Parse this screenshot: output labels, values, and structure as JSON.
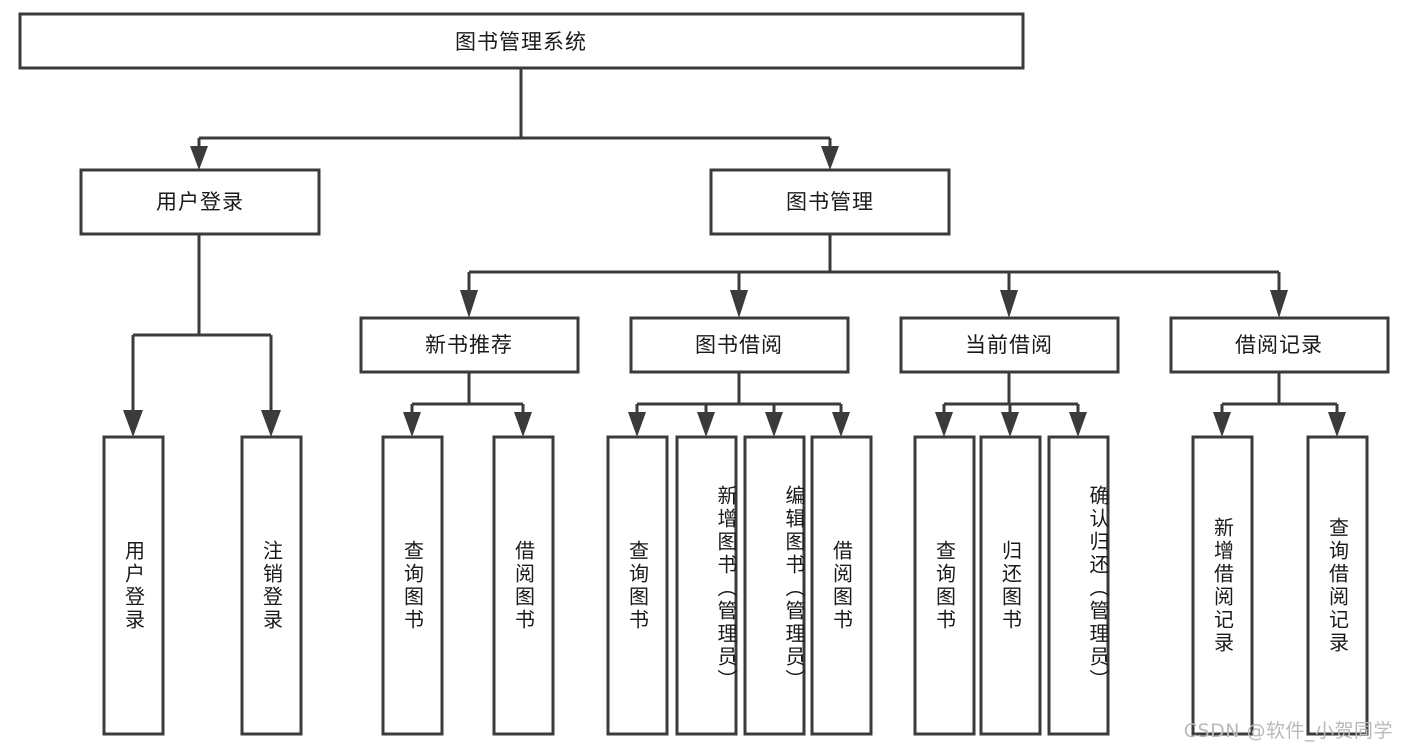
{
  "diagram": {
    "type": "tree-hierarchy",
    "title": "图书管理系统",
    "root": {
      "id": "root",
      "label": "图书管理系统",
      "orientation": "horizontal"
    },
    "level1": [
      {
        "id": "user-login",
        "label": "用户登录",
        "orientation": "horizontal"
      },
      {
        "id": "book-manage",
        "label": "图书管理",
        "orientation": "horizontal"
      }
    ],
    "level2": [
      {
        "id": "new-book-recommend",
        "label": "新书推荐",
        "orientation": "horizontal",
        "parent": "book-manage"
      },
      {
        "id": "book-borrow",
        "label": "图书借阅",
        "orientation": "horizontal",
        "parent": "book-manage"
      },
      {
        "id": "current-borrow",
        "label": "当前借阅",
        "orientation": "horizontal",
        "parent": "book-manage"
      },
      {
        "id": "borrow-record",
        "label": "借阅记录",
        "orientation": "horizontal",
        "parent": "book-manage"
      }
    ],
    "leaves": [
      {
        "id": "leaf-user-login",
        "label": "用户登录",
        "parent": "user-login",
        "orientation": "vertical"
      },
      {
        "id": "leaf-user-logout",
        "label": "注销登录",
        "parent": "user-login",
        "orientation": "vertical"
      },
      {
        "id": "leaf-query-book-1",
        "label": "查询图书",
        "parent": "new-book-recommend",
        "orientation": "vertical"
      },
      {
        "id": "leaf-borrow-book-1",
        "label": "借阅图书",
        "parent": "new-book-recommend",
        "orientation": "vertical"
      },
      {
        "id": "leaf-query-book-2",
        "label": "查询图书",
        "parent": "book-borrow",
        "orientation": "vertical"
      },
      {
        "id": "leaf-add-book",
        "label": "新增图书（管理员）",
        "parent": "book-borrow",
        "orientation": "vertical"
      },
      {
        "id": "leaf-edit-book",
        "label": "编辑图书（管理员）",
        "parent": "book-borrow",
        "orientation": "vertical"
      },
      {
        "id": "leaf-borrow-book-2",
        "label": "借阅图书",
        "parent": "book-borrow",
        "orientation": "vertical"
      },
      {
        "id": "leaf-query-book-3",
        "label": "查询图书",
        "parent": "current-borrow",
        "orientation": "vertical"
      },
      {
        "id": "leaf-return-book",
        "label": "归还图书",
        "parent": "current-borrow",
        "orientation": "vertical"
      },
      {
        "id": "leaf-confirm-return",
        "label": "确认归还（管理员）",
        "parent": "current-borrow",
        "orientation": "vertical"
      },
      {
        "id": "leaf-add-record",
        "label": "新增借阅记录",
        "parent": "borrow-record",
        "orientation": "vertical"
      },
      {
        "id": "leaf-query-record",
        "label": "查询借阅记录",
        "parent": "borrow-record",
        "orientation": "vertical"
      }
    ],
    "watermark": "CSDN @软件_小贺同学",
    "colors": {
      "box_fill": "#ffffff",
      "box_stroke": "#3b3b3b",
      "text": "#1a1a1a",
      "background": "#ffffff",
      "watermark": "#b9b9b9"
    }
  }
}
